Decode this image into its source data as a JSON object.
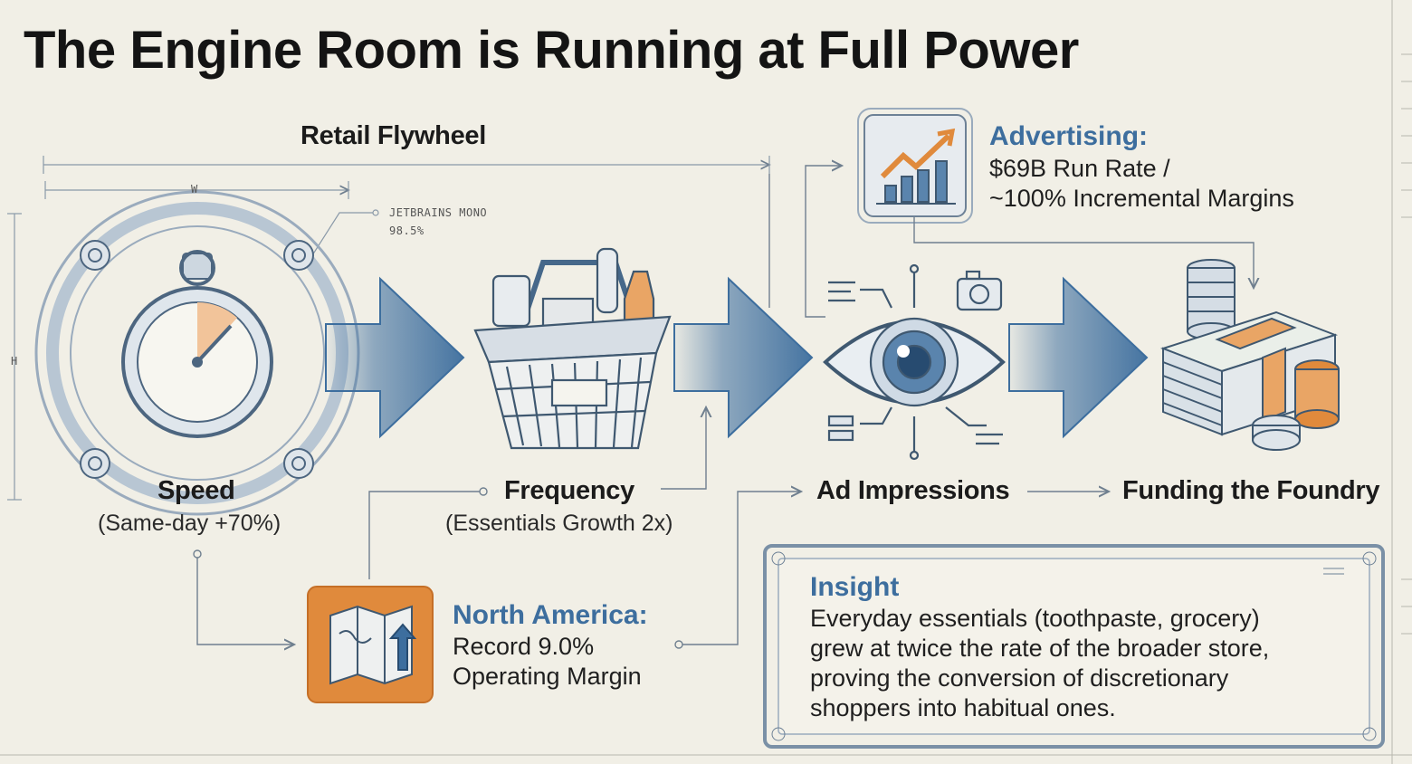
{
  "title": "The Engine Room is Running at Full Power",
  "flywheel": {
    "heading": "Retail Flywheel",
    "dim_w": "W",
    "dim_h": "H",
    "annotation_font": "JETBRAINS MONO",
    "annotation_value": "98.5%"
  },
  "stages": [
    {
      "label": "Speed",
      "detail": "(Same-day +70%)",
      "icon": "stopwatch-icon"
    },
    {
      "label": "Frequency",
      "detail": "(Essentials Growth 2x)",
      "icon": "shopping-basket-icon"
    },
    {
      "label": "Ad Impressions",
      "icon": "eye-icon"
    },
    {
      "label": "Funding the Foundry",
      "icon": "money-stack-icon"
    }
  ],
  "advertising": {
    "heading": "Advertising:",
    "line1": "$69B Run Rate /",
    "line2": "~100% Incremental Margins",
    "icon": "growth-chart-icon"
  },
  "north_america": {
    "heading": "North America:",
    "line1": "Record 9.0%",
    "line2": "Operating Margin",
    "icon": "map-icon"
  },
  "insight": {
    "heading": "Insight",
    "lines": [
      "Everyday essentials (toothpaste, grocery)",
      "grew at twice the rate of the broader store,",
      "proving the conversion of discretionary",
      "shoppers into habitual ones."
    ]
  },
  "colors": {
    "background": "#f1efe6",
    "accent_blue": "#3d6e9e",
    "accent_orange": "#e08a3c",
    "line_gray": "#8a99a8"
  }
}
